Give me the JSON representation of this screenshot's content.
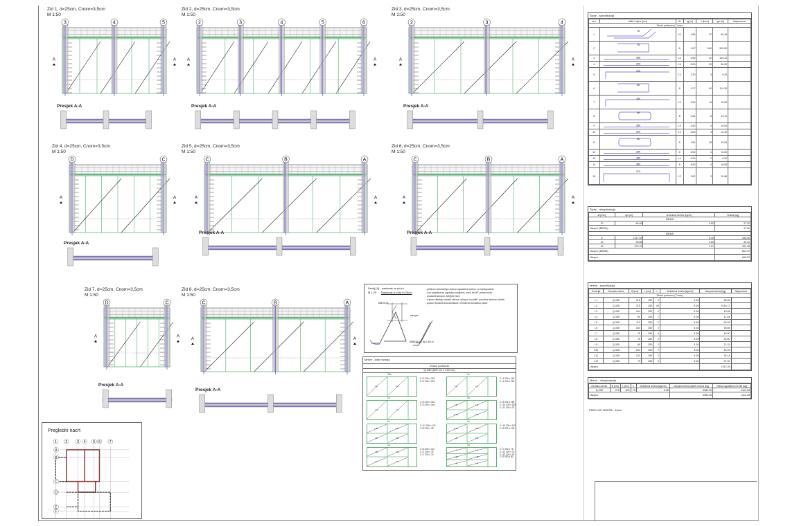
{
  "walls": [
    {
      "title": "Zid 1, d=25cm, Cnom=3,5cm",
      "scale": "M 1:50",
      "axes": [
        "3",
        "4",
        "5"
      ],
      "section": "Presjek A-A",
      "mark": "A"
    },
    {
      "title": "Zid 2, d=25cm, Cnom=3,5cm",
      "scale": "M 1:50",
      "axes": [
        "2",
        "3",
        "4",
        "5",
        "6"
      ],
      "section": "Presjek A-A",
      "mark": "A"
    },
    {
      "title": "Zid 3, d=25cm, Cnom=3,5cm",
      "scale": "M 1:50",
      "axes": [
        "2",
        "3",
        "4"
      ],
      "section": "Presjek A-A",
      "mark": "A"
    },
    {
      "title": "Zid 4, d=25cm, Cnom=3,5cm",
      "scale": "M 1:50",
      "axes": [
        "D",
        "C"
      ],
      "section": "Presjek A-A",
      "mark": "A"
    },
    {
      "title": "Zid 5, d=25cm, Cnom=3,5cm",
      "scale": "M 1:50",
      "axes": [
        "C",
        "B",
        "A"
      ],
      "section": "Presjek A-A",
      "mark": "A"
    },
    {
      "title": "Zid 6, d=25cm, Cnom=3,5cm",
      "scale": "M 1:50",
      "axes": [
        "C",
        "B",
        "A"
      ],
      "section": "Presjek A-A",
      "mark": "A"
    },
    {
      "title": "Zid 7, d=25cm, Cnom=3,5cm",
      "scale": "M 1:50",
      "axes": [
        "D",
        "C"
      ],
      "section": "Presjek A-A",
      "mark": "A"
    },
    {
      "title": "Zid 8, d=25cm, Cnom=3,5cm",
      "scale": "M 1:50",
      "axes": [
        "C",
        "B",
        "A"
      ],
      "section": "Presjek A-A",
      "mark": "A"
    }
  ],
  "overview": {
    "title": "Pregledni nacrt",
    "cols": [
      "1",
      "2",
      "3",
      "4",
      "5",
      "6",
      "7"
    ],
    "rows": [
      "A",
      "B",
      "C",
      "D",
      "E",
      "F"
    ]
  },
  "detail": {
    "title": "Detalj [A] - nastavak za ploču",
    "scale": "M 1:25",
    "subtitle": "Nastavak iz zida d=25cm",
    "label_a": "Ø8/20/15",
    "label_b": "stiropor",
    "label_c": "ØØ8/20/15, lg=1.80 m",
    "notes": [
      "- prilikom betoniranja zidova ugraditi armaturu za međupodest",
      "- sva pojedina se ugrađuju savijena, savit za 90° prema skici",
      "- postaviti stiropor debljine 4cm",
      "- nakon skidanja oplate zidova, stiropor izvaditi i površine betona očistiti",
      "- potom ispraviti sva armatura i vezati na armaturu ploče"
    ]
  },
  "mesh_plan": {
    "title": "Mreže - plan rezanja",
    "group": "Zidovi podruma",
    "sheet": "Q-335 (600 cm x 215 cm)",
    "panels": [
      {
        "count": "10x",
        "labels": [
          "I-2",
          "I-2"
        ],
        "lines": [
          "2 I-2 200 x 215",
          "2 I-2 200 x 215"
        ],
        "strips": 0
      },
      {
        "count": "1x",
        "labels": [
          "I-1",
          "I-1"
        ],
        "lines": [
          "2 I-1 200 x 215",
          "2 I-1 200 x 215"
        ],
        "strips": 0
      },
      {
        "count": "1x",
        "labels": [
          "I-3",
          "I-3"
        ],
        "lines": [
          "2 I-3 200 x 164",
          "2 I-3 200 x 164"
        ],
        "strips": 0
      },
      {
        "count": "1x",
        "labels": [
          "I-6",
          "I-6",
          "I-10",
          "I-12"
        ],
        "lines": [
          "2 I-6 200 x 184",
          "2 I-10 200 x 153",
          "2 I-12 200 x 70"
        ],
        "strips": 1
      },
      {
        "count": "1x",
        "labels": [
          "I-11",
          "I-11",
          "I-8",
          "I-8"
        ],
        "lines": [
          "2 I-11 200 x 131",
          "2 I-8 200 x 78"
        ],
        "strips": 1
      },
      {
        "count": "1x",
        "labels": [
          "I-10",
          "I-10",
          "I-5",
          "I-5"
        ],
        "lines": [
          "2 I-10 200 x 113",
          "2 I-5 200 x 100"
        ],
        "strips": 1
      },
      {
        "count": "1x",
        "labels": [
          "I-5",
          "I-5",
          "I-7",
          "I-7"
        ],
        "lines": [
          "2 I-5 200 x 110",
          "2 I-7 200 x 75",
          "2 I-7 200 x 75"
        ],
        "strips": 1
      },
      {
        "count": "1x",
        "labels": [
          "I-7",
          "I-7",
          "I-12",
          "I-12",
          "I-9",
          "I-9"
        ],
        "lines": [
          "2 I-7 200 x 75",
          "2 I-12 200 x 70",
          "2 I-12 200 x 70",
          "2 I-9 200 x 80"
        ],
        "strips": 2
      }
    ]
  },
  "bars_spec": {
    "title": "Šipke - specifikacija",
    "headers": [
      "ozn.",
      "oblik i mjere [cm]",
      "Ø",
      "lg [m]",
      "n [kom]",
      "lgn [m]",
      "Napomena"
    ],
    "group": "Zidovi podruma (7 kom)",
    "rows": [
      {
        "id": "1",
        "shape": "bent",
        "dim": "75",
        "d": "10",
        "lg": "1.89",
        "n": "32",
        "lgn": "60.48",
        "tall": true
      },
      {
        "id": "2",
        "shape": "u",
        "dim": "75",
        "d": "8",
        "lg": "1.67",
        "n": "540",
        "lgn": "900.81",
        "tall": true
      },
      {
        "id": "3",
        "shape": "line",
        "dim": "355",
        "d": "14",
        "lg": "3.55",
        "n": "42",
        "lgn": "149.10"
      },
      {
        "id": "4",
        "shape": "line",
        "dim": "200",
        "d": "14",
        "lg": "2.00",
        "n": "30",
        "lgn": "60.00"
      },
      {
        "id": "5",
        "shape": "l",
        "dim": "200",
        "d": "12",
        "lg": "2.30",
        "n": "4",
        "lgn": "9.20",
        "tall": true
      },
      {
        "id": "6",
        "shape": "u",
        "dim": "60",
        "d": "8",
        "lg": "1.27",
        "n": "90",
        "lgn": "114.30",
        "tall": true
      },
      {
        "id": "7",
        "shape": "l",
        "dim": "260",
        "d": "14",
        "lg": "2.90",
        "n": "14",
        "lgn": "40.60",
        "tall": true
      },
      {
        "id": "8",
        "shape": "stirrup",
        "dim": "56",
        "d": "8",
        "lg": "1.64",
        "n": "8",
        "lgn": "13.12",
        "tall": true
      },
      {
        "id": "9",
        "shape": "line",
        "dim": "250",
        "d": "14",
        "lg": "2.50",
        "n": "4",
        "lgn": "10.00"
      },
      {
        "id": "10",
        "shape": "line",
        "dim": "260",
        "d": "12",
        "lg": "2.60",
        "n": "4",
        "lgn": "10.40"
      },
      {
        "id": "11",
        "shape": "stirrup",
        "dim": "56",
        "d": "8",
        "lg": "1.64",
        "n": "26",
        "lgn": "42.64",
        "tall": true
      },
      {
        "id": "12",
        "shape": "line",
        "dim": "250",
        "d": "8",
        "lg": "2.50",
        "n": "4",
        "lgn": "10.00"
      },
      {
        "id": "13",
        "shape": "line",
        "dim": "450",
        "d": "14",
        "lg": "4.50",
        "n": "2",
        "lgn": "9.00"
      },
      {
        "id": "14",
        "shape": "line",
        "dim": "450",
        "d": "8",
        "lg": "4.50",
        "n": "4",
        "lgn": "18.00"
      },
      {
        "id": "15",
        "shape": "u2",
        "dim": "272",
        "d": "12",
        "lg": "3.62",
        "n": "3",
        "lgn": "10.86",
        "tall": true
      }
    ]
  },
  "bars_recap": {
    "title": "Šipke - rekapitulacija",
    "headers": [
      "Ø [mm]",
      "lgn [m]",
      "Jedinična težina [kg/m']",
      "Težina [kg]"
    ],
    "groups": [
      {
        "name": "B500A",
        "rows": [
          [
            "10",
            "60.48",
            "0.62",
            "37.32"
          ]
        ],
        "total_label": "Ukupno (B500A)",
        "total": "37.32"
      },
      {
        "name": "B500B",
        "rows": [
          [
            "8",
            "1127.52",
            "0.40",
            "445.40"
          ],
          [
            "12",
            "33.66",
            "0.89",
            "30.12"
          ],
          [
            "14",
            "273.70",
            "1.21",
            "331.18"
          ]
        ],
        "total_label": "Ukupno (B500B)",
        "total": "804.70"
      }
    ],
    "total_label": "Ukupno",
    "total": "842.02"
  },
  "mesh_spec": {
    "title": "Mreže - specifikacija",
    "headers": [
      "Pozicija",
      "Oznaka mreže",
      "B [cm]",
      "L [cm]",
      "n",
      "Jedinična težina [kg/m2]",
      "Ukupna težina [kg]",
      "Napomena"
    ],
    "group": "Zidovi podruma (7 kom)",
    "rows": [
      [
        "I-1",
        "Q-335",
        "215",
        "250",
        "2",
        "5.26",
        "56.55"
      ],
      [
        "I-2",
        "Q-335",
        "215",
        "250",
        "36",
        "5.26",
        "1018.17"
      ],
      [
        "I-3",
        "Q-335",
        "164",
        "250",
        "2",
        "5.26",
        "43.08"
      ],
      [
        "I-4",
        "Q-335",
        "90",
        "250",
        "1",
        "5.26",
        "11.84"
      ],
      [
        "I-5",
        "Q-335",
        "110",
        "250",
        "2",
        "5.26",
        "28.93"
      ],
      [
        "I-6",
        "Q-335",
        "184",
        "250",
        "2",
        "5.26",
        "38.66"
      ],
      [
        "I-7",
        "Q-335",
        "75",
        "250",
        "4",
        "5.26",
        "40.50"
      ],
      [
        "I-8",
        "Q-335",
        "78",
        "250",
        "2",
        "5.26",
        "20.50"
      ],
      [
        "I-9",
        "Q-335",
        "80",
        "250",
        "2",
        "5.26",
        "21.15"
      ],
      [
        "I-10",
        "Q-335",
        "153",
        "250",
        "2",
        "5.26",
        "40.25"
      ],
      [
        "I-11",
        "Q-335",
        "131",
        "250",
        "2",
        "5.26",
        "35.14"
      ],
      [
        "I-12",
        "Q-335",
        "70",
        "250",
        "4",
        "5.26",
        "37.00"
      ]
    ],
    "total_label": "Ukupno",
    "total": "1412.28"
  },
  "mesh_recap": {
    "title": "Mreže - rekapitulacija",
    "headers": [
      "Oznaka mreže",
      "B [cm]",
      "L [cm]",
      "n",
      "Jedinična težina [kg/m2]",
      "Ukupna težina cijelih mreža [kg]",
      "Težina ugrađene mreže [kg]"
    ],
    "rows": [
      [
        "Q-335",
        "215",
        "600",
        "75",
        "5.26",
        "5089.35",
        "1412.28"
      ]
    ],
    "total_label": "Ukupno",
    "total_full": "5089.35",
    "total_used": "1412.28",
    "note": "PREKLOP MREŽA - 40cm"
  },
  "colors": {
    "rebar": "#6a5acd",
    "mesh": "#2e9e4f",
    "concrete": "#c8c8c8",
    "line": "#333333"
  }
}
